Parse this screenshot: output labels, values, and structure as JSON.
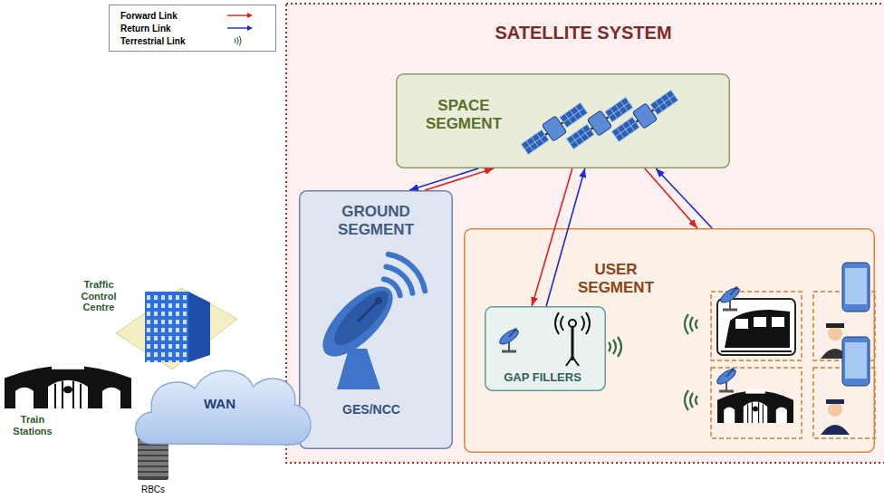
{
  "diagram": {
    "nodes": [
      {
        "text": [
          "SATELLITE SYSTEM"
        ]
      },
      {
        "text": [
          "SPACE SEGMENT"
        ],
        "in": 0
      },
      {
        "text": [
          "GROUND SEGMENT",
          "GES/NCC"
        ],
        "in": 0
      },
      {
        "text": [
          "USER SEGMENT"
        ],
        "in": 0
      },
      {
        "text": [
          "GAP FILLERS"
        ],
        "in": 3
      },
      {
        "text": [
          "WAN"
        ]
      }
    ],
    "edges": [
      {
        "from": 2,
        "to": 1,
        "arrow": "to"
      },
      {
        "from": 1,
        "to": 2,
        "arrow": "to"
      },
      {
        "from": 1,
        "to": 4,
        "arrow": "to"
      },
      {
        "from": 4,
        "to": 1,
        "arrow": "to"
      },
      {
        "from": 1,
        "to": 3,
        "arrow": "to"
      },
      {
        "from": 3,
        "to": 1,
        "arrow": "to"
      }
    ],
    "labels": [
      "Traffic Control Centre",
      "Train Stations",
      "RBCs"
    ],
    "legend": [
      {
        "text": "Forward Link"
      },
      {
        "text": "Return Link"
      },
      {
        "text": "Terrestrial Link"
      }
    ]
  }
}
